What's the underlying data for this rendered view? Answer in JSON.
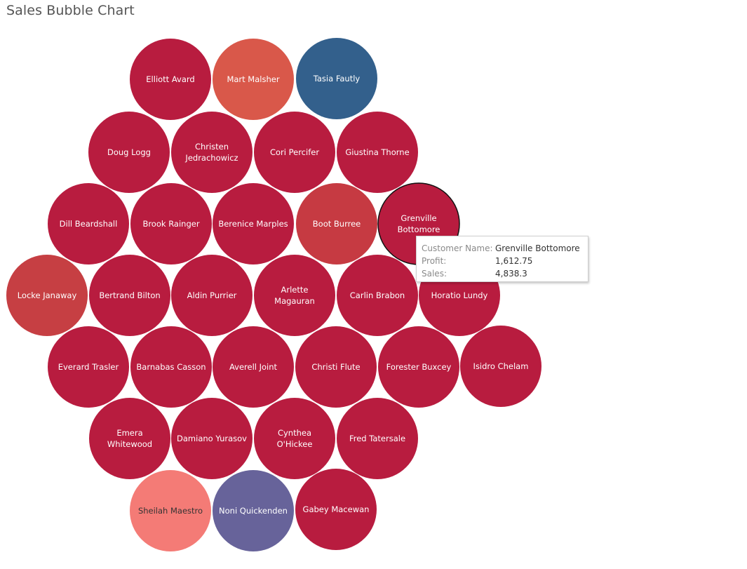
{
  "title": "Sales Bubble Chart",
  "chart_data": {
    "type": "bubble",
    "title": "Sales Bubble Chart",
    "color_encoding": "Profit",
    "size_encoding": "Sales",
    "bubbles": [
      {
        "name": "Elliott Avard",
        "color": "#b81c3f"
      },
      {
        "name": "Mart Malsher",
        "color": "#d9584a"
      },
      {
        "name": "Tasia Fautly",
        "color": "#33608c"
      },
      {
        "name": "Doug Logg",
        "color": "#b81c3f"
      },
      {
        "name": "Christen Jedrachowicz",
        "color": "#b81c3f"
      },
      {
        "name": "Cori Percifer",
        "color": "#b81c3f"
      },
      {
        "name": "Giustina Thorne",
        "color": "#b81c3f"
      },
      {
        "name": "Dill Beardshall",
        "color": "#b81c3f"
      },
      {
        "name": "Brook Rainger",
        "color": "#b81c3f"
      },
      {
        "name": "Berenice Marples",
        "color": "#b81c3f"
      },
      {
        "name": "Boot Burree",
        "color": "#c63a42"
      },
      {
        "name": "Grenville Bottomore",
        "color": "#b81c3f",
        "selected": true,
        "profit": 1612.75,
        "sales": 4838.3
      },
      {
        "name": "Locke Janaway",
        "color": "#c63f43"
      },
      {
        "name": "Bertrand Bilton",
        "color": "#b81c3f"
      },
      {
        "name": "Aldin Purrier",
        "color": "#b81c3f"
      },
      {
        "name": "Arlette Magauran",
        "color": "#b81c3f"
      },
      {
        "name": "Carlin Brabon",
        "color": "#b81c3f"
      },
      {
        "name": "Horatio Lundy",
        "color": "#b81c3f"
      },
      {
        "name": "Everard Trasler",
        "color": "#b81c3f"
      },
      {
        "name": "Barnabas Casson",
        "color": "#b81c3f"
      },
      {
        "name": "Averell Joint",
        "color": "#b81c3f"
      },
      {
        "name": "Christi Flute",
        "color": "#b81c3f"
      },
      {
        "name": "Forester Buxcey",
        "color": "#b81c3f"
      },
      {
        "name": "Isidro Chelam",
        "color": "#b81c3f"
      },
      {
        "name": "Emera Whitewood",
        "color": "#b81c3f"
      },
      {
        "name": "Damiano Yurasov",
        "color": "#b81c3f"
      },
      {
        "name": "Cynthea O'Hickee",
        "color": "#b81c3f"
      },
      {
        "name": "Fred Tatersale",
        "color": "#b81c3f"
      },
      {
        "name": "Sheilah Maestro",
        "color": "#f47b76"
      },
      {
        "name": "Noni Quickenden",
        "color": "#67639a"
      },
      {
        "name": "Gabey Macewan",
        "color": "#b81c3f"
      }
    ]
  },
  "tooltip": {
    "rows": [
      {
        "key": "Customer Name:",
        "value": "Grenville Bottomore"
      },
      {
        "key": "Profit:",
        "value": "1,612.75"
      },
      {
        "key": "Sales:",
        "value": "4,838.3"
      }
    ]
  }
}
